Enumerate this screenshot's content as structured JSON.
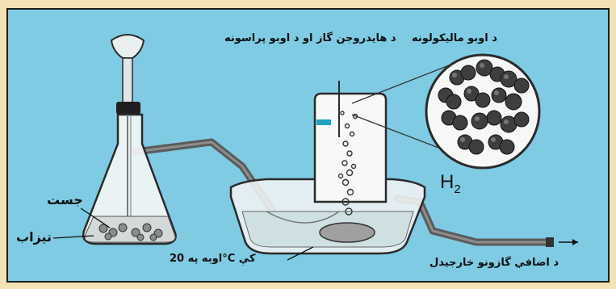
{
  "labels": {
    "zinc": "جست",
    "acid": "تیزاب",
    "water_20c": "اوبه په 20°C کې",
    "hydrogen_and_water": "د هایدروجن گاز او د اوبو پراسونه",
    "water_molecules": "د اوبو مالیکولونه",
    "h2_main": "H",
    "h2_sub": "2",
    "excess_gas_exit": "د اضافي گازونو خارجیدل"
  },
  "colors": {
    "background": "#7fcbe4",
    "outer_border": "#f3e2b3",
    "glass": "#f5f7f6",
    "tube": "#555555"
  }
}
